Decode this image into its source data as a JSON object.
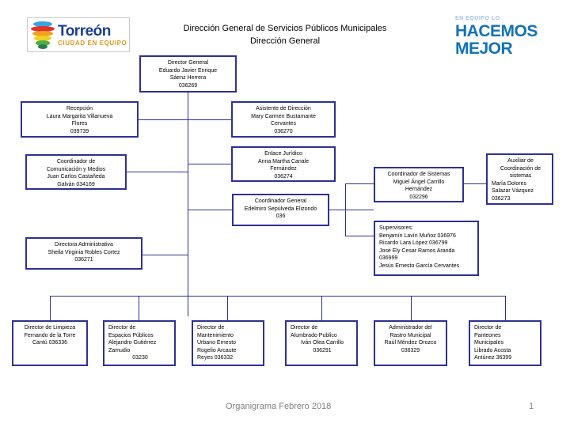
{
  "header": {
    "line1": "Dirección General de Servicios Públicos Municipales",
    "line2": "Dirección General"
  },
  "logo_left": {
    "title": "Torreón",
    "subtitle": "CIUDAD EN EQUIPO"
  },
  "logo_right": {
    "line1": "EN EQUIPO LO",
    "line2": "HACEMOS",
    "line3": "MEJOR"
  },
  "theme": {
    "box_border": "#2e3192",
    "footer_text": "#808080",
    "logo_blue": "#1273b5"
  },
  "nodes": {
    "director_general": {
      "lines": [
        "Director General",
        "Eduardo Javier Enrique",
        "Sáenz Herrera",
        "036269"
      ]
    },
    "recepcion": {
      "lines": [
        "Recepción",
        "Laura Margarita Villanueva",
        "Flores",
        "039739"
      ]
    },
    "asistente_direccion": {
      "lines": [
        "Asistente de Dirección",
        "Mary Carmen Bustamante",
        "Cervantes",
        "036270"
      ]
    },
    "coord_comunicacion": {
      "lines": [
        "Coordinador de",
        "Comunicación y Medios",
        "Juan Carlos Castañeda",
        "Galván  034169"
      ]
    },
    "enlace_juridico": {
      "lines": [
        "Enlace Jurídico",
        "Anna Martha Canale",
        "Fernández",
        "036274"
      ]
    },
    "coord_general": {
      "lines": [
        "Coordinador General",
        "Edelmiro Sepúlveda Elizondo",
        "036"
      ]
    },
    "coord_sistemas": {
      "lines": [
        "Coordinador de Sistemas",
        "Miguel Ángel Carrillo",
        "Hernández",
        "032296"
      ]
    },
    "aux_coord_sistemas": {
      "lines": [
        "Auxiliar de",
        "Coordinación de",
        "sistemas",
        "María Dolores",
        "Salazar Vázquez",
        "036273"
      ]
    },
    "directora_administrativa": {
      "lines": [
        "Directora Administrativa",
        "Sheila Virginia Robles Cortez",
        "036271"
      ]
    },
    "supervisores": {
      "lines": [
        "Supervisores:",
        "Benjamín Lavín Muñoz 036976",
        "Ricardo Lara López 036799",
        "José Ely Cesar Ramos Aranda",
        "036999",
        "Jesús  Ernesto García Cervantes"
      ]
    },
    "dir_limpieza": {
      "lines": [
        "Director de Limpieza",
        "Fernando de la Torre",
        "Cantú  036336"
      ]
    },
    "dir_espacios_publicos": {
      "lines": [
        "Director de",
        "Espacios Públicos",
        "Alejandro Gutiérrez",
        "Zamudio",
        "03230"
      ]
    },
    "dir_mantenimiento_urbano": {
      "lines": [
        "Director de",
        "Mantenimiento",
        "Urbano  Ernesto",
        "Rogelio Arcaute",
        "Reyes 036332"
      ]
    },
    "dir_alumbrado_publico": {
      "lines": [
        "Director de",
        "Alumbrado Publico",
        "Iván Olea Carrillo",
        "036291"
      ]
    },
    "admin_rastro": {
      "lines": [
        "Administrador del",
        "Rastro Municipal",
        "Raúl Méndez Orozco",
        "036329"
      ]
    },
    "dir_panteones": {
      "lines": [
        "Director de",
        "Panteones",
        "Municipales",
        "Librado Acosta",
        "Antúnez 36399"
      ]
    }
  },
  "footer": {
    "title": "Organigrama Febrero 2018",
    "page": "1"
  }
}
